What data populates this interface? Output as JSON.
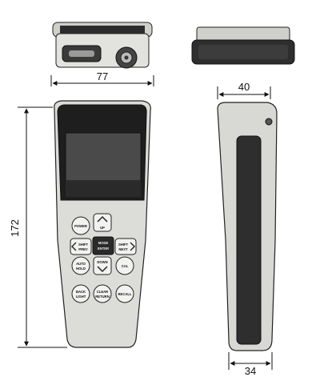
{
  "dimensions": {
    "width": "77",
    "depth_top": "40",
    "height": "172",
    "depth_bottom": "34"
  },
  "keys": {
    "power": "POWER",
    "up": "UP",
    "shift_prev_1": "SHIFT",
    "shift_prev_2": "PREV",
    "mode_1": "MODE",
    "mode_2": "ENTER",
    "shift_next_1": "SHIFT",
    "shift_next_2": "NEXT",
    "auto_1": "AUTO",
    "auto_2": "HOLD",
    "down": "DOWN",
    "cal": "CAL",
    "back_1": "BACK",
    "back_2": "LIGHT",
    "clear_1": "CLEAR",
    "clear_2": "RETURN",
    "recall": "RECALL"
  },
  "colors": {
    "body": "#dcdcd8",
    "screen": "#3a3a3a",
    "line": "#111111"
  }
}
